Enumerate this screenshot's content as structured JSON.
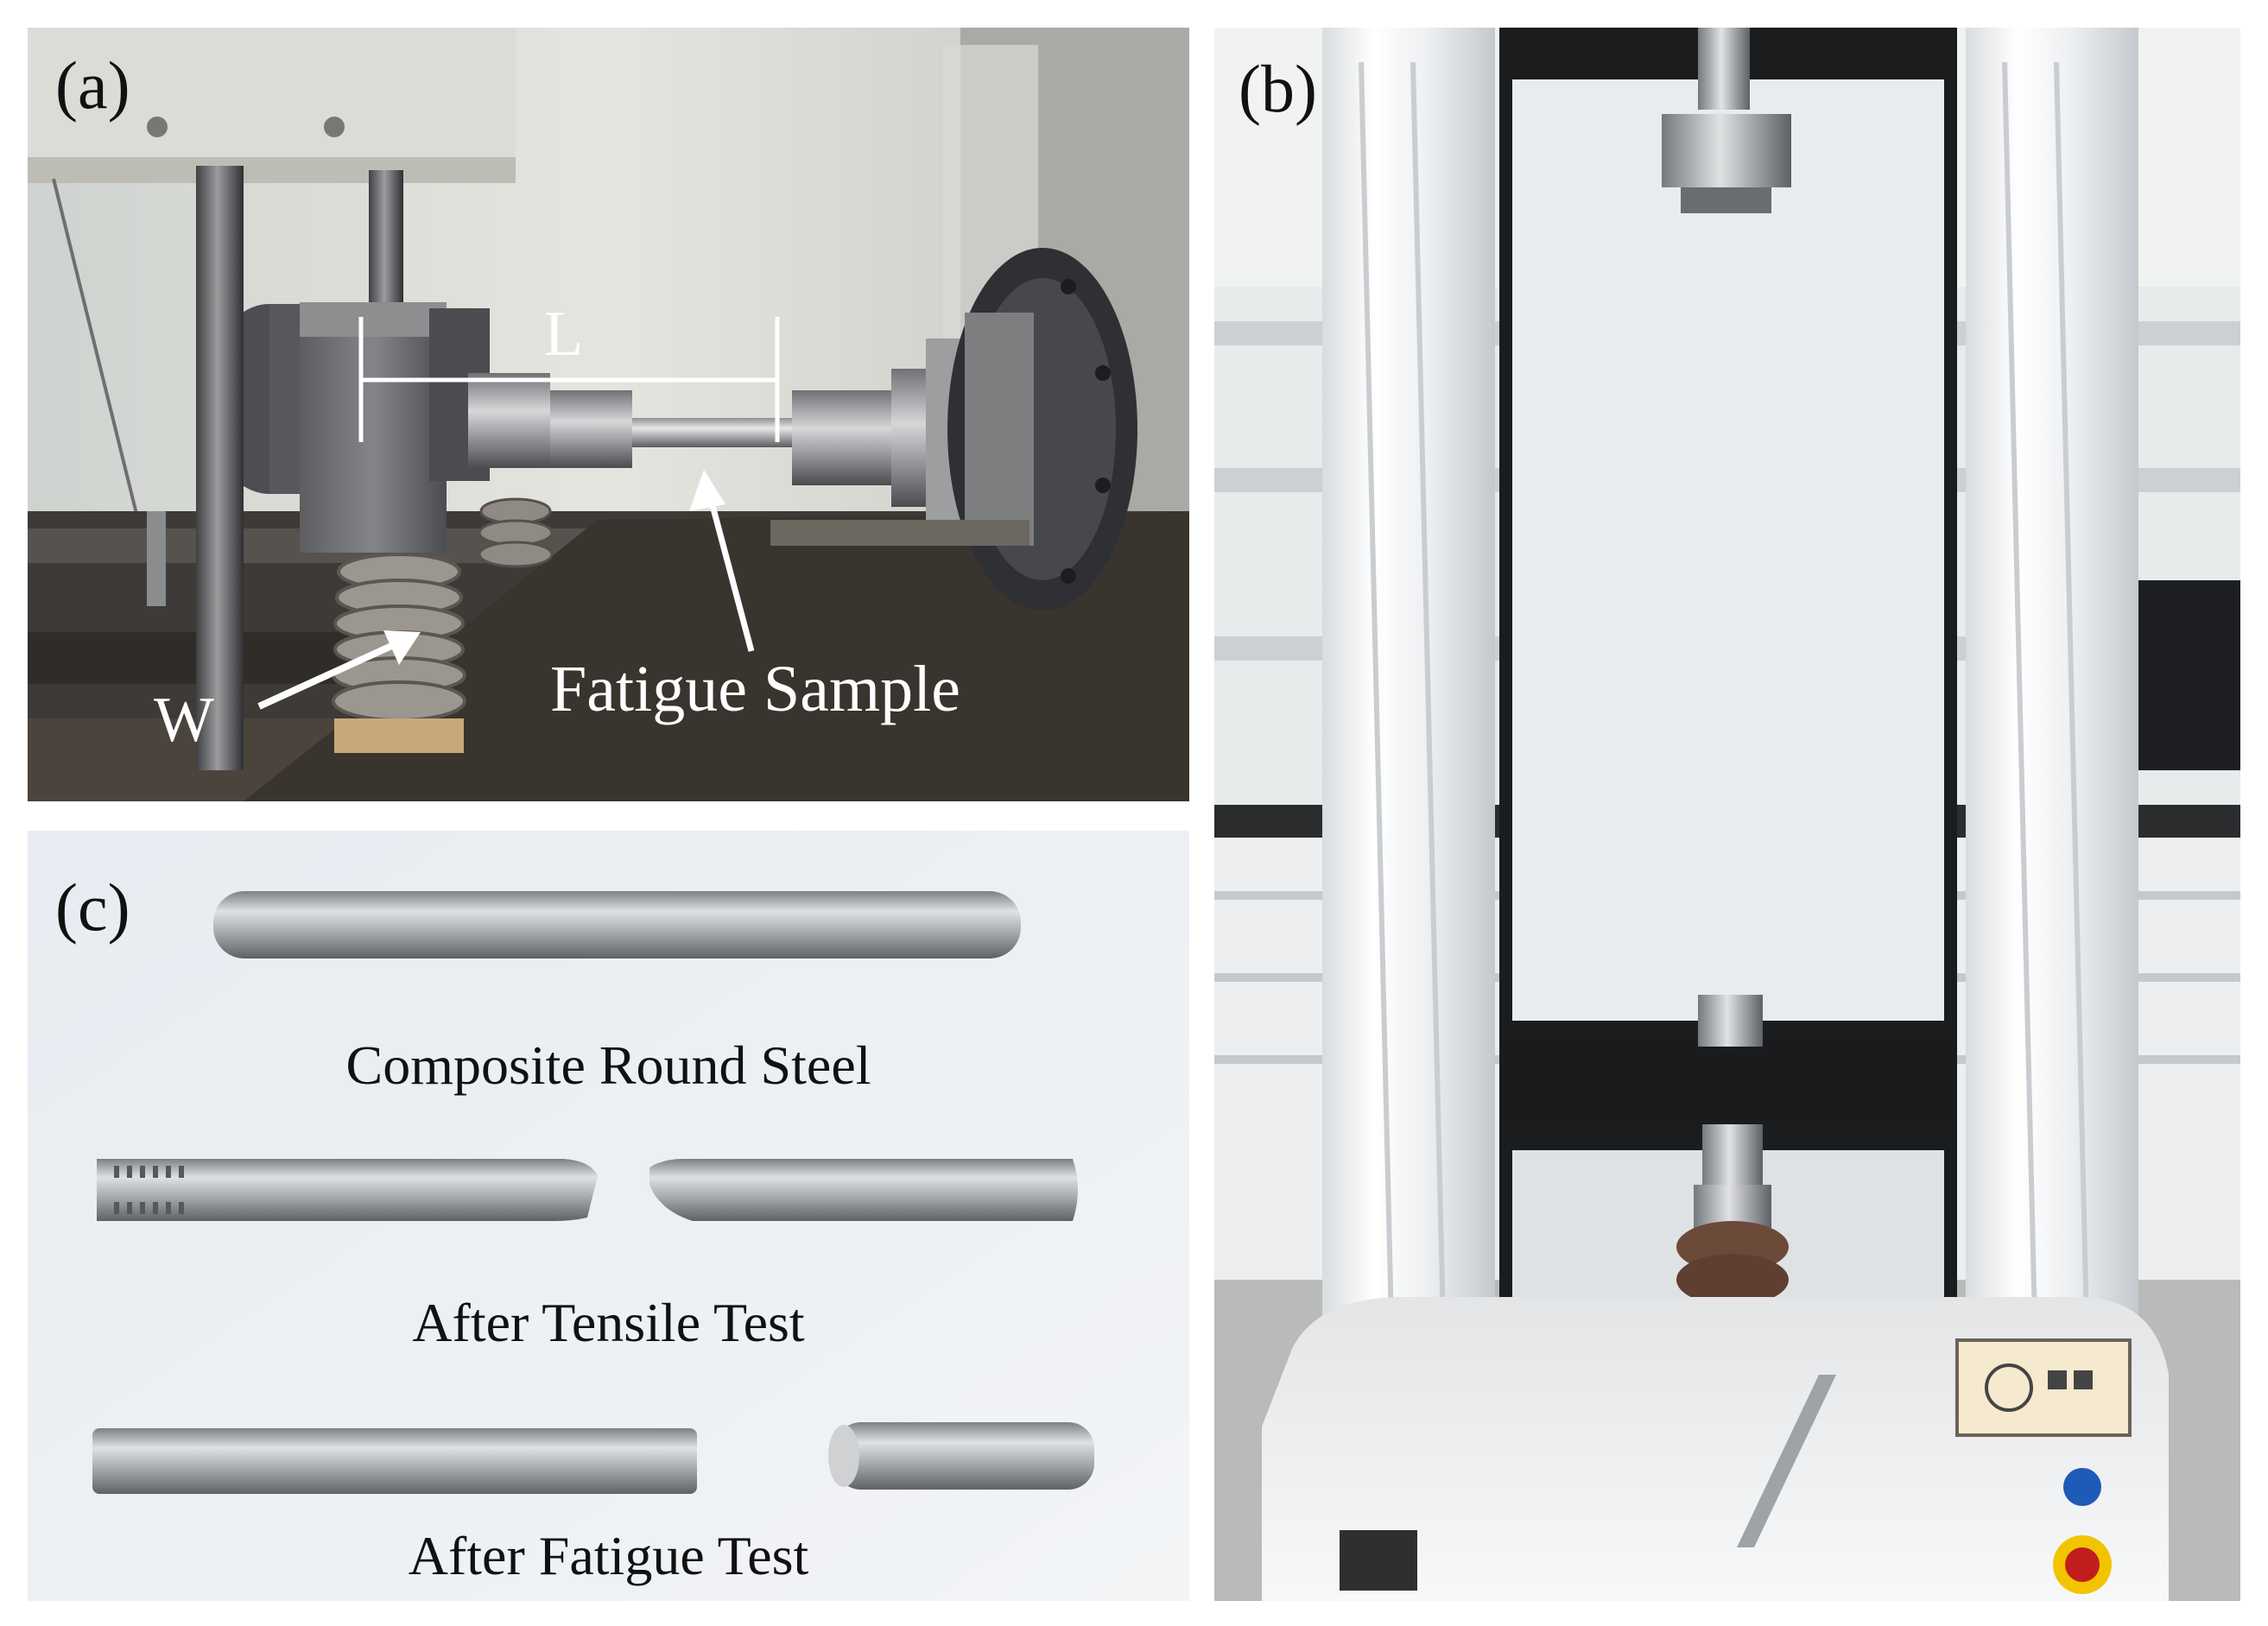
{
  "panels": {
    "a": {
      "label": "(a)",
      "annotations": {
        "length": "L",
        "weight": "W",
        "sample": "Fatigue Sample"
      }
    },
    "b": {
      "label": "(b)"
    },
    "c": {
      "label": "(c)",
      "captions": {
        "composite": "Composite Round Steel",
        "tensile": "After Tensile Test",
        "fatigue": "After Fatigue Test"
      }
    }
  },
  "colors": {
    "annotation": "#ffffff",
    "label": "#111111",
    "steel": "#b9bcbf",
    "machine_white": "#f2f3f3"
  }
}
